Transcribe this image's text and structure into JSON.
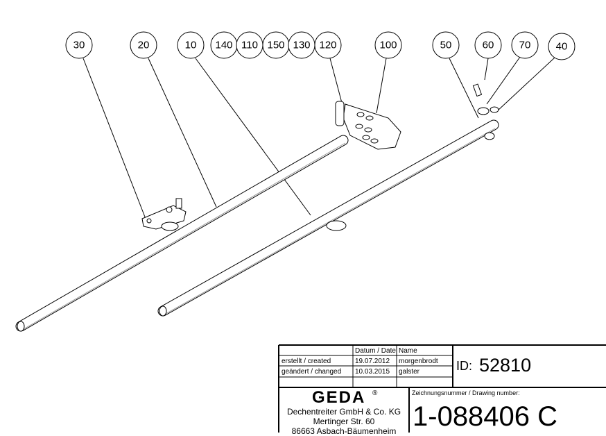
{
  "balloons": [
    "30",
    "20",
    "10",
    "140",
    "110",
    "150",
    "130",
    "120",
    "100",
    "50",
    "60",
    "70",
    "40"
  ],
  "title_block": {
    "header_date": "Datum / Date",
    "header_name": "Name",
    "created_label": "erstellt / created",
    "created_date": "19.07.2012",
    "created_name": "morgenbrodt",
    "changed_label": "geändert / changed",
    "changed_date": "10.03.2015",
    "changed_name": "galster",
    "id_label": "ID:",
    "id_value": "52810",
    "drawing_number_label": "Zeichnungsnummer / Drawing number:",
    "drawing_number": "1-088406 C",
    "logo": "GEDA",
    "logo_mark": "®",
    "company": "Dechentreiter GmbH & Co. KG",
    "street": "Mertinger Str. 60",
    "city": "86663 Asbach-Bäumenheim"
  }
}
